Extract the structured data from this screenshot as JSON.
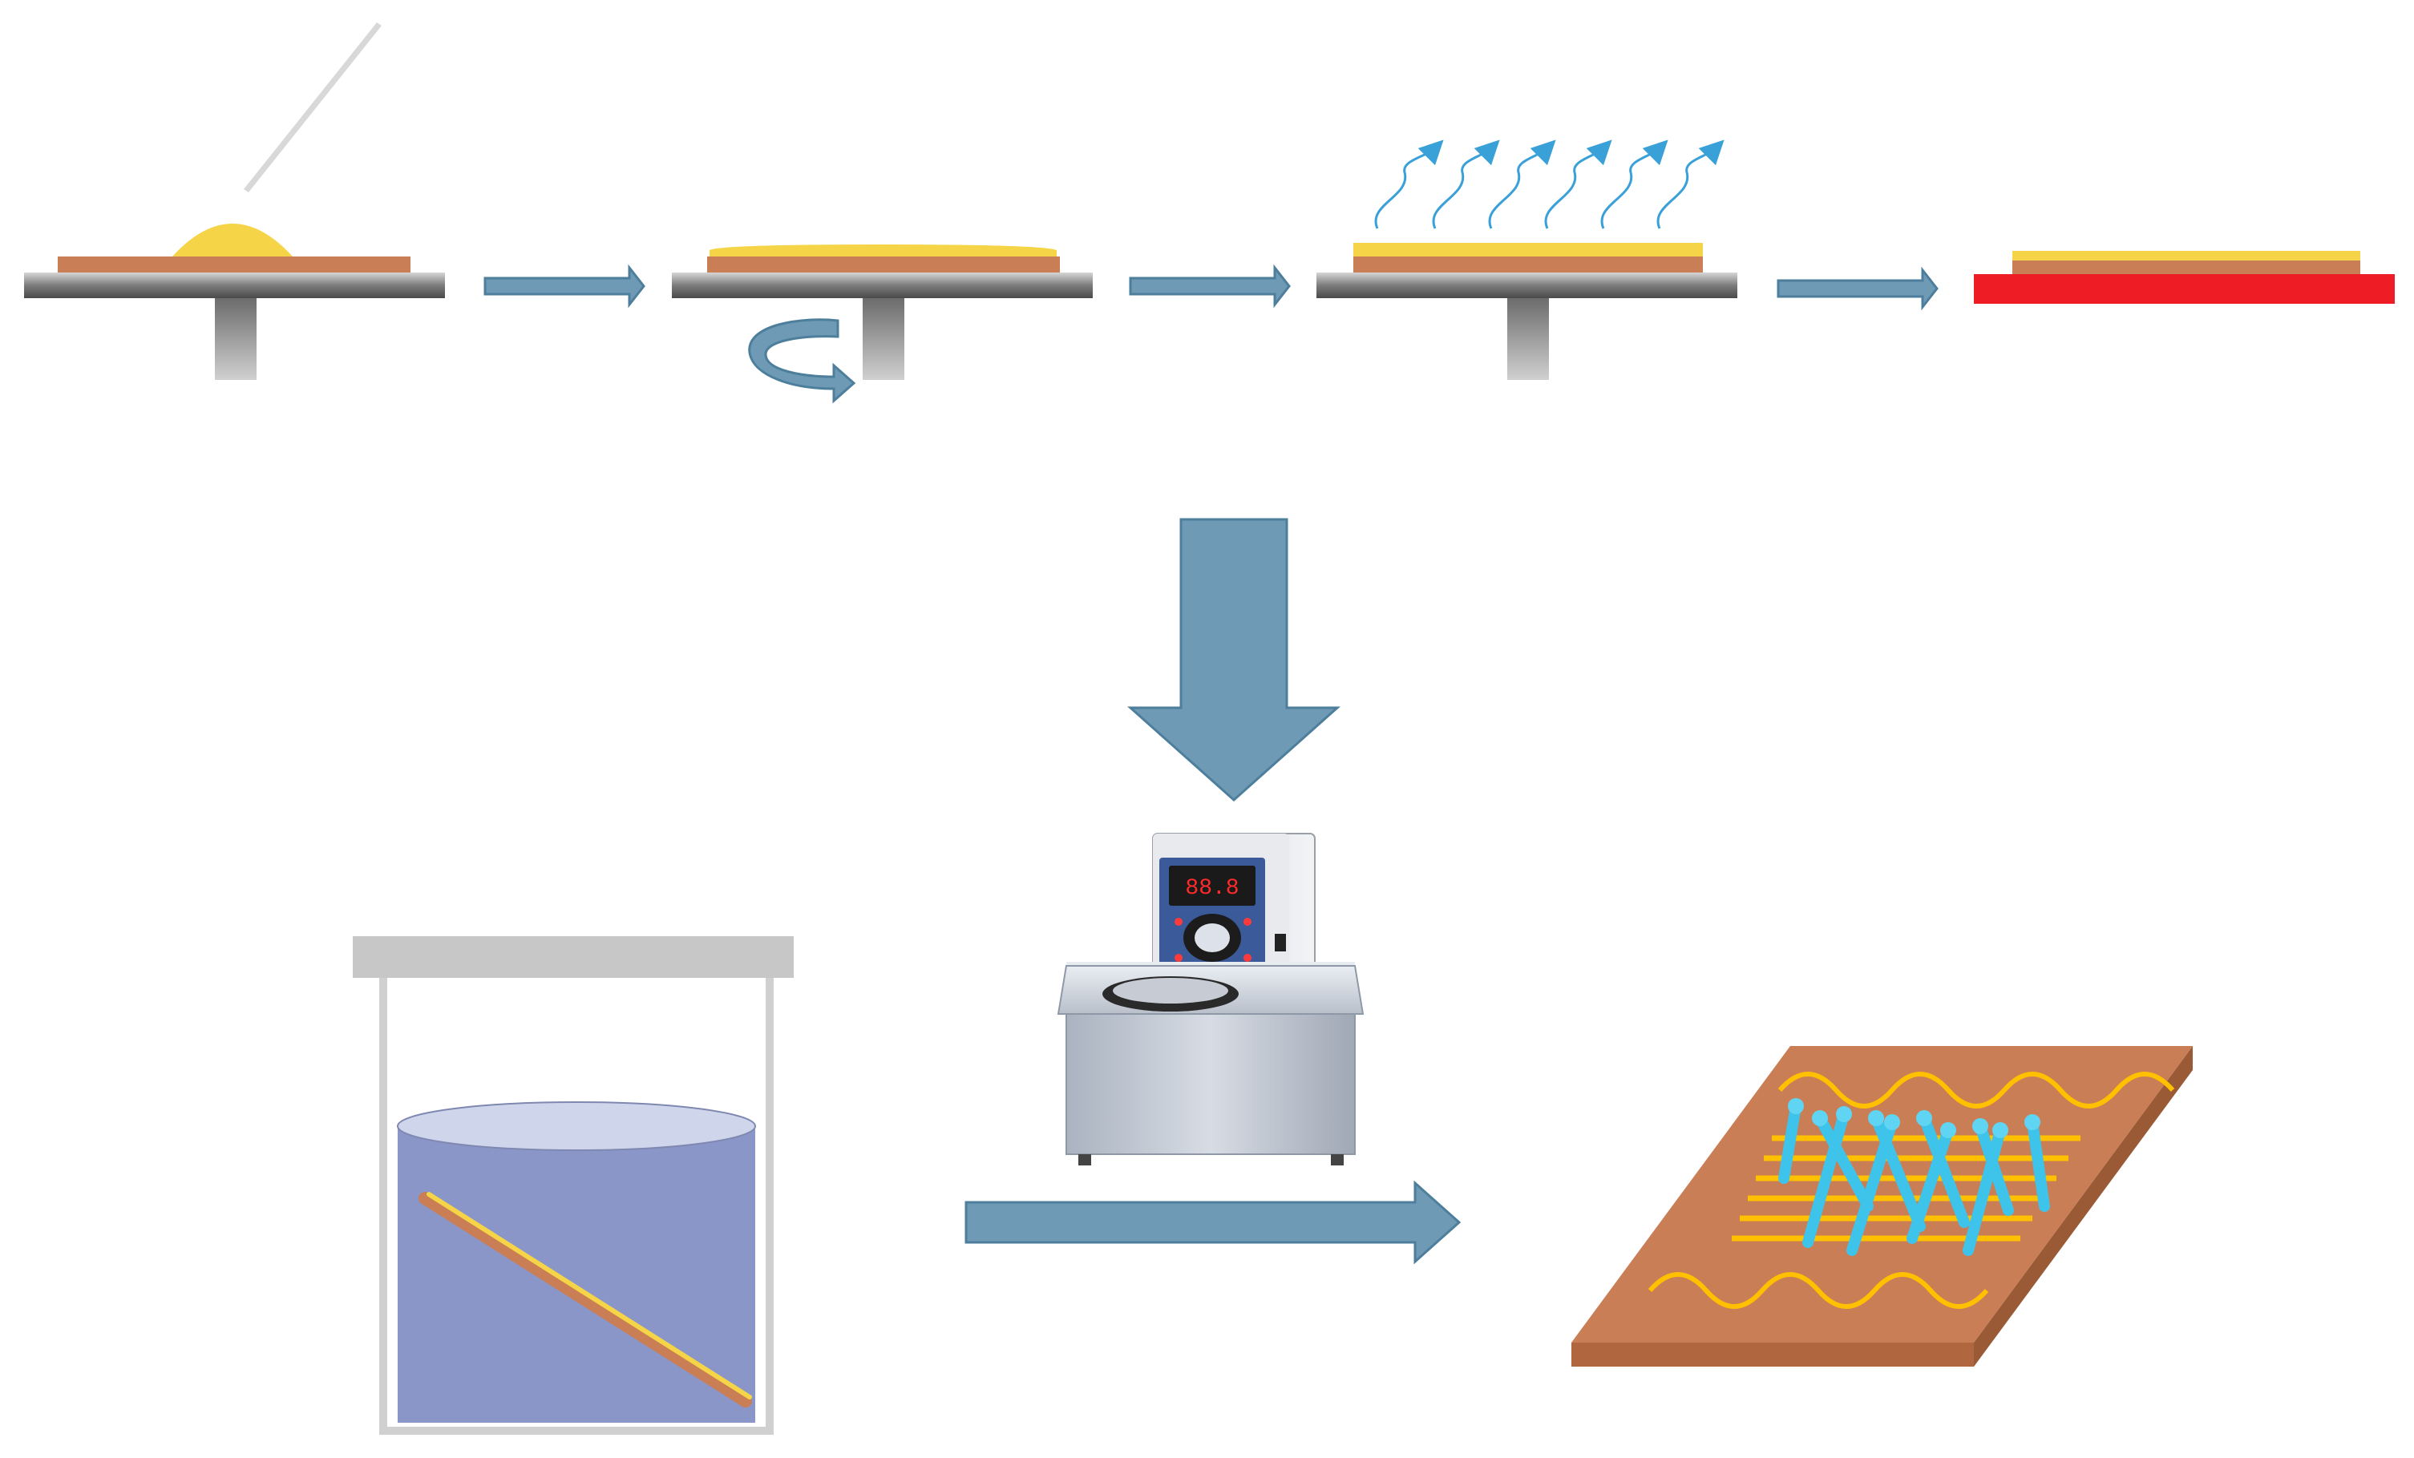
{
  "diagram": {
    "steps": [
      {
        "id": "deposit",
        "icon": "pipette-drop-icon"
      },
      {
        "id": "spin",
        "icon": "rotation-arrow-icon"
      },
      {
        "id": "evaporate",
        "icon": "evaporation-arrows-icon"
      },
      {
        "id": "film",
        "icon": "layered-film-icon"
      },
      {
        "id": "water-bath",
        "icon": "thermostatic-bath-icon"
      },
      {
        "id": "immersion",
        "icon": "beaker-immersion-icon"
      },
      {
        "id": "result",
        "icon": "nanostructure-substrate-icon"
      }
    ],
    "colors": {
      "substrate": "#c97e55",
      "coating": "#f5d547",
      "spinner_plate": "#8a8a8a",
      "arrow": "#6f9ab5",
      "arrow_stroke": "#4d7f9c",
      "vapor": "#3aa0d8",
      "base_red": "#ee1c24",
      "liquid": "#8a96c8",
      "liquid_top": "#cfd6ec",
      "lid": "#c7c7c7",
      "rods": "#3ec4ea",
      "gold_lines": "#ffc000"
    }
  }
}
